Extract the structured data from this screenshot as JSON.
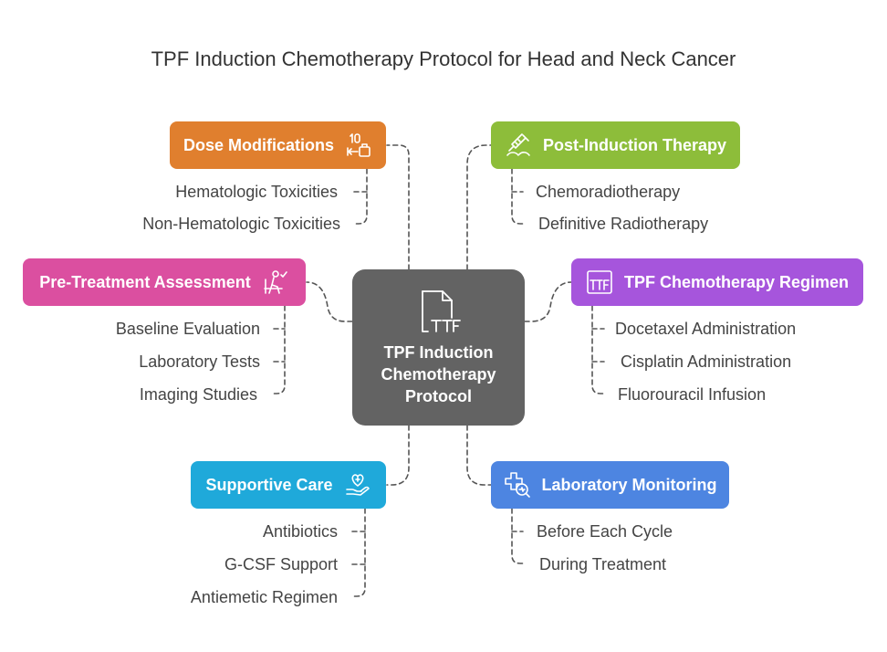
{
  "title": "TPF Induction Chemotherapy Protocol for Head and Neck Cancer",
  "center": {
    "lines": [
      "TPF Induction",
      "Chemotherapy",
      "Protocol"
    ],
    "icon": "document-ttf-icon",
    "color": "#636363"
  },
  "categories": {
    "dose_modifications": {
      "label": "Dose Modifications",
      "color": "#E07F2E",
      "icon": "dosage-icon",
      "items": [
        "Hematologic Toxicities",
        "Non-Hematologic Toxicities"
      ]
    },
    "pre_treatment": {
      "label": "Pre-Treatment Assessment",
      "color": "#DB4FA0",
      "icon": "patient-assessment-icon",
      "items": [
        "Baseline Evaluation",
        "Laboratory Tests",
        "Imaging Studies"
      ]
    },
    "supportive_care": {
      "label": "Supportive Care",
      "color": "#1FA9DA",
      "icon": "heart-hand-icon",
      "items": [
        "Antibiotics",
        "G-CSF Support",
        "Antiemetic Regimen"
      ]
    },
    "post_induction": {
      "label": "Post-Induction Therapy",
      "color": "#8DBD3A",
      "icon": "syringe-icon",
      "items": [
        "Chemoradiotherapy",
        "Definitive Radiotherapy"
      ]
    },
    "tpf_regimen": {
      "label": "TPF Chemotherapy Regimen",
      "color": "#A655DC",
      "icon": "ttf-regimen-icon",
      "items": [
        "Docetaxel Administration",
        "Cisplatin Administration",
        "Fluorouracil Infusion"
      ]
    },
    "lab_monitoring": {
      "label": "Laboratory Monitoring",
      "color": "#4D85E1",
      "icon": "medical-search-icon",
      "items": [
        "Before Each Cycle",
        "During Treatment"
      ]
    }
  }
}
